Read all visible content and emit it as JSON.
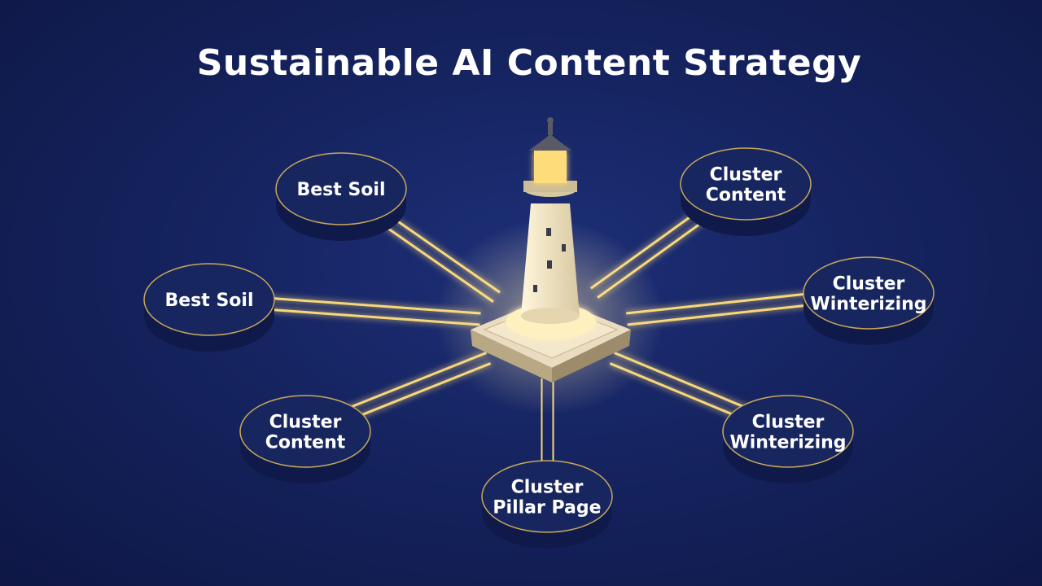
{
  "title": "Sustainable AI Content Strategy",
  "colors": {
    "background": "#15235f",
    "glow": "#f7d77a",
    "node_face": "#18265f",
    "node_rim": "#c9a85a",
    "text": "#ffffff"
  },
  "center": {
    "icon": "lighthouse-icon"
  },
  "nodes": [
    {
      "lines": [
        "Best Soil"
      ]
    },
    {
      "lines": [
        "Best Soil"
      ]
    },
    {
      "lines": [
        "Cluster",
        "Content"
      ]
    },
    {
      "lines": [
        "Cluster",
        "Pillar Page"
      ]
    },
    {
      "lines": [
        "Cluster",
        "Winterizing"
      ]
    },
    {
      "lines": [
        "Cluster",
        "Winterizing"
      ]
    },
    {
      "lines": [
        "Cluster",
        "Content"
      ]
    }
  ]
}
